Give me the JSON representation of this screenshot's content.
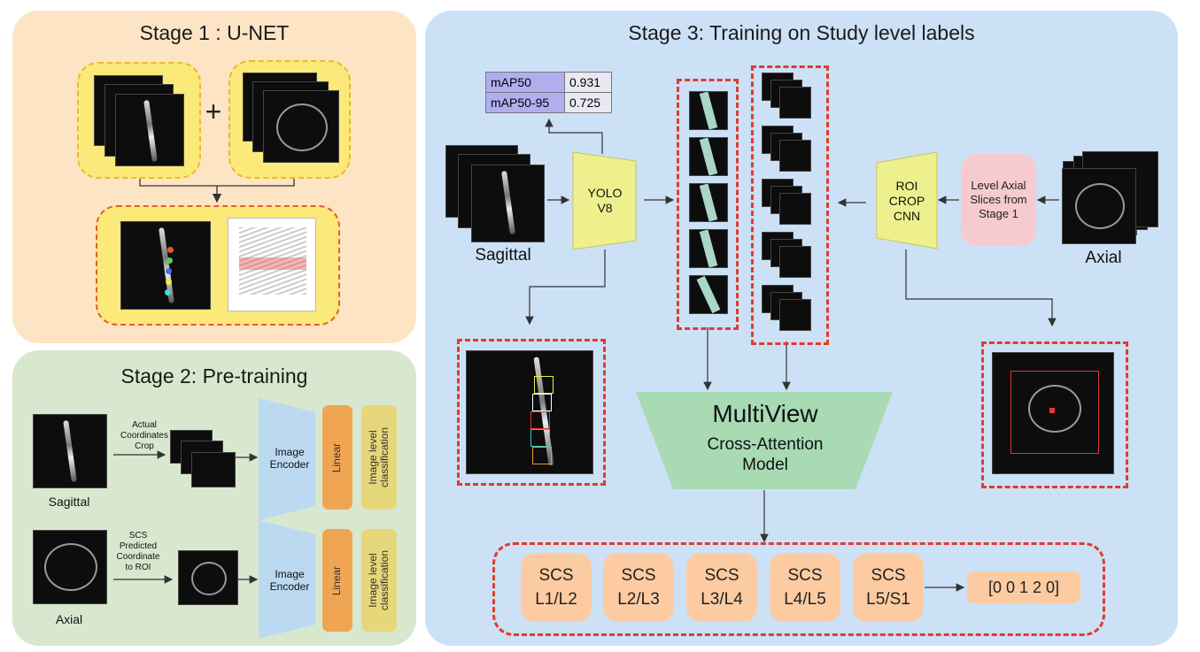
{
  "stage1": {
    "title": "Stage 1 : U-NET",
    "plus": "+"
  },
  "stage2": {
    "title": "Stage 2: Pre-training",
    "rows": [
      {
        "image_label": "Sagittal",
        "arrow_label": "Actual\nCoordinates\nCrop",
        "encoder": "Image\nEncoder",
        "linear": "Linear",
        "cls": "Image level\nclassification"
      },
      {
        "image_label": "Axial",
        "arrow_label": "SCS\nPredicted\nCoordinate\nto ROI",
        "encoder": "Image\nEncoder",
        "linear": "Linear",
        "cls": "Image level\nclassification"
      }
    ]
  },
  "stage3": {
    "title": "Stage 3: Training on Study level labels",
    "metrics": [
      {
        "name": "mAP50",
        "value": "0.931"
      },
      {
        "name": "mAP50-95",
        "value": "0.725"
      }
    ],
    "yolo": "YOLO\nV8",
    "sagittal_label": "Sagittal",
    "axial_label": "Axial",
    "roi": "ROI\nCROP\nCNN",
    "level_axial": "Level Axial\nSlices from\nStage 1",
    "multiview_title": "MultiView",
    "multiview_sub": "Cross-Attention\nModel",
    "outputs": [
      {
        "top": "SCS",
        "bottom": "L1/L2"
      },
      {
        "top": "SCS",
        "bottom": "L2/L3"
      },
      {
        "top": "SCS",
        "bottom": "L3/L4"
      },
      {
        "top": "SCS",
        "bottom": "L4/L5"
      },
      {
        "top": "SCS",
        "bottom": "L5/S1"
      }
    ],
    "result": "[0 0 1 2 0]"
  },
  "colors": {
    "stage1_bg": "#fde4c5",
    "stage2_bg": "#d8e8cf",
    "stage3_bg": "#cce1f6",
    "yolo": "#eef08e",
    "multiview": "#a8dbb4",
    "encoder": "#bcd9f2",
    "linear": "#f0a552",
    "classification": "#e6d77a",
    "scs": "#fccba2",
    "level_axial": "#f5cbd0",
    "metrics": "#b1aef0",
    "dashes": "#e23b2c"
  }
}
